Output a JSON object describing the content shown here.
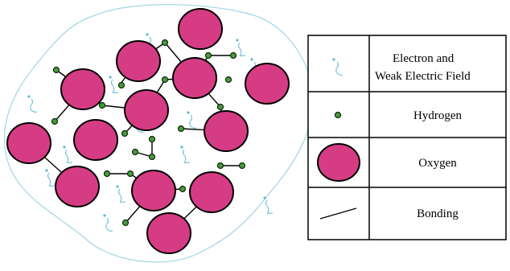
{
  "colors": {
    "oxygen_fill": "#d63c84",
    "oxygen_stroke": "#000000",
    "hydrogen_fill": "#4a9a3c",
    "hydrogen_stroke": "#0a2a0a",
    "boundary": "#9fd6e4",
    "electron": "#5fb8d6",
    "bond": "#000000",
    "table_border": "#000000"
  },
  "legend": {
    "rows": [
      {
        "symbol": "electron-wave-icon",
        "label_line1": "Electron and",
        "label_line2": "Weak Electric Field"
      },
      {
        "symbol": "hydrogen-icon",
        "label": "Hydrogen"
      },
      {
        "symbol": "oxygen-icon",
        "label": "Oxygen"
      },
      {
        "symbol": "bond-line-icon",
        "label": "Bonding"
      }
    ]
  }
}
